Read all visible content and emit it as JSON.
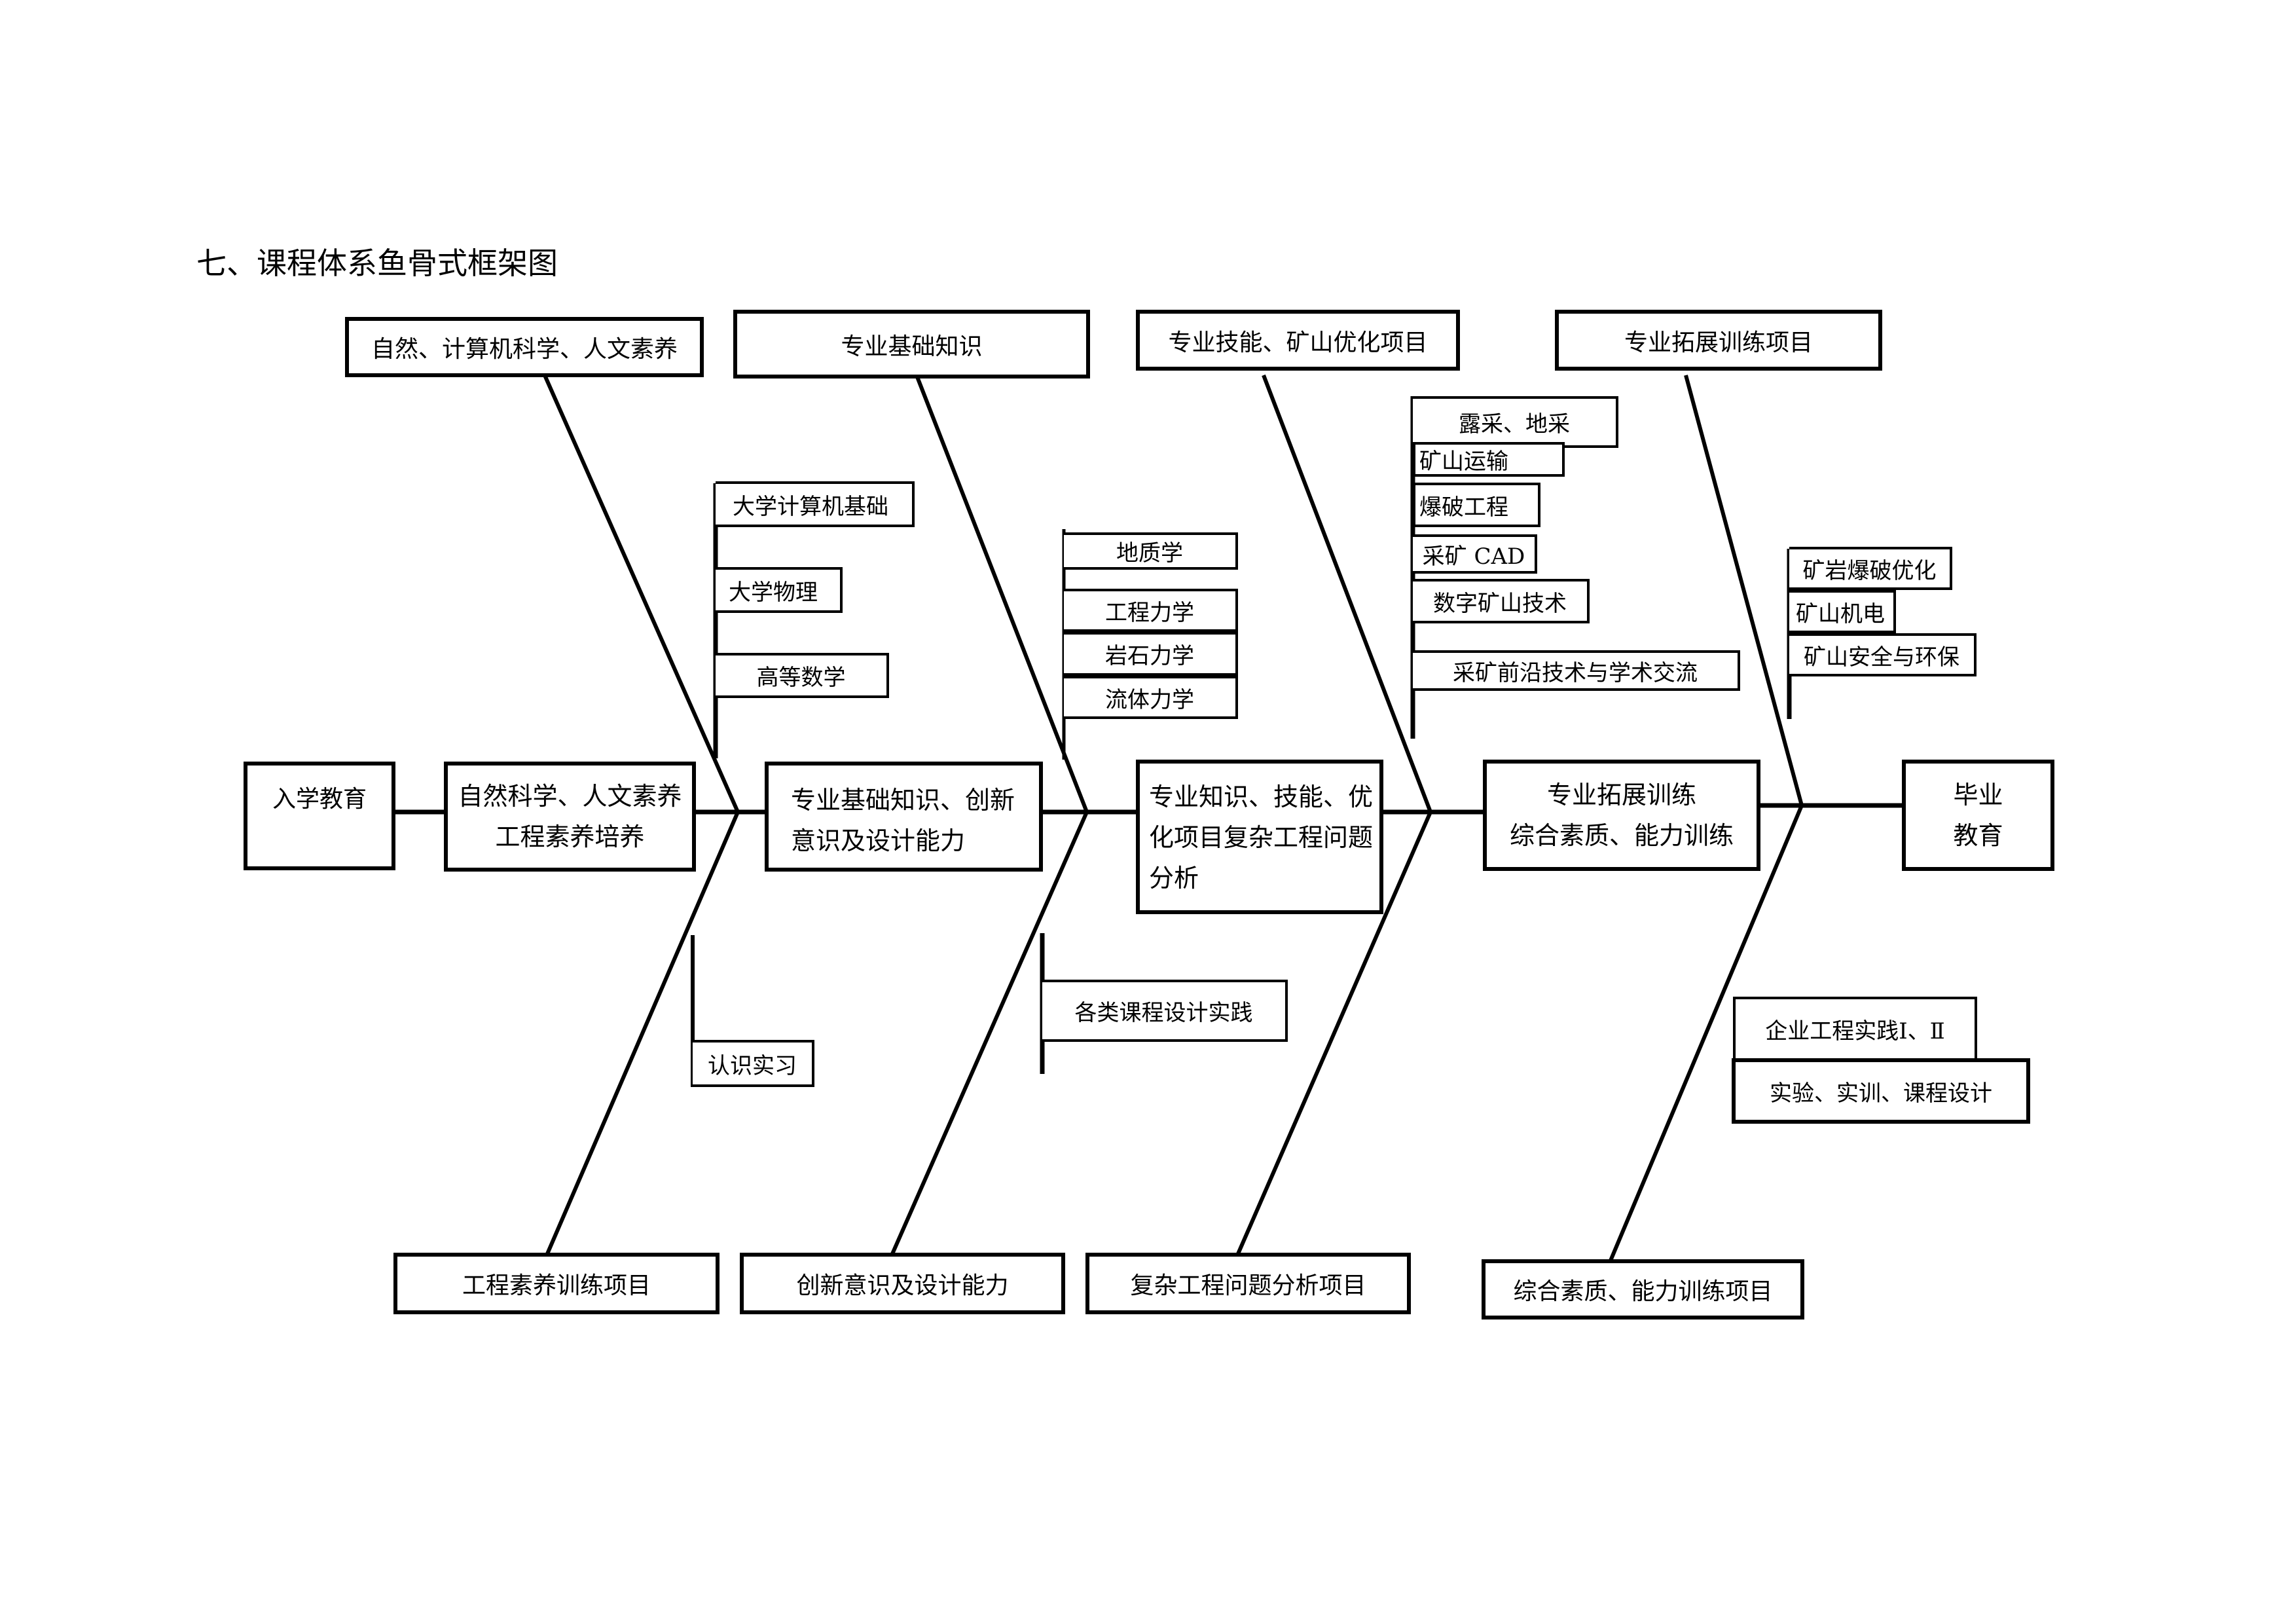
{
  "title": "七、课程体系鱼骨式框架图",
  "spine": {
    "start": "入学教育",
    "stage1": {
      "line1": "自然科学、人文素养",
      "line2": "工程素养培养"
    },
    "stage2": "专业基础知识、创新意识及设计能力",
    "stage3": "专业知识、技能、优化项目复杂工程问题分析",
    "stage4": {
      "line1": "专业拓展训练",
      "line2": "综合素质、能力训练"
    },
    "end": {
      "line1": "毕业",
      "line2": "教育"
    }
  },
  "top_bones": [
    {
      "label": "自然、计算机科学、人文素养",
      "items": [
        "大学计算机基础",
        "大学物理",
        "高等数学"
      ]
    },
    {
      "label": "专业基础知识",
      "items": [
        "地质学",
        "工程力学",
        "岩石力学",
        "流体力学"
      ]
    },
    {
      "label": "专业技能、矿山优化项目",
      "items": [
        "露采、地采",
        "矿山运输",
        "爆破工程",
        "采矿 CAD",
        "数字矿山技术",
        "采矿前沿技术与学术交流"
      ]
    },
    {
      "label": "专业拓展训练项目",
      "items": [
        "矿岩爆破优化",
        "矿山机电",
        "矿山安全与环保"
      ]
    }
  ],
  "bottom_bones": [
    {
      "label": "工程素养训练项目",
      "items": [
        "认识实习"
      ]
    },
    {
      "label": "创新意识及设计能力",
      "items": [
        "各类课程设计实践"
      ]
    },
    {
      "label": "复杂工程问题分析项目",
      "items": []
    },
    {
      "label": "综合素质、能力训练项目",
      "items": [
        "企业工程实践Ⅰ、Ⅱ",
        "实验、实训、课程设计"
      ]
    }
  ]
}
